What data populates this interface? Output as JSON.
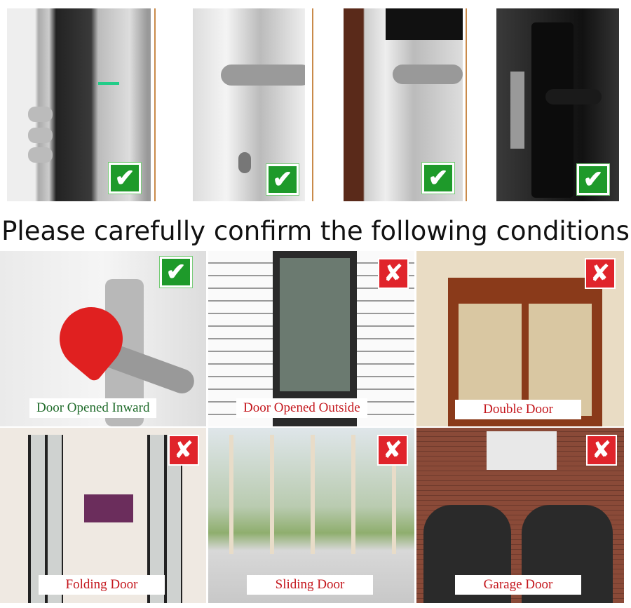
{
  "headline": "Please carefully confirm the following conditions",
  "top_row_locks": [
    {
      "name": "smart-lock-multipoint",
      "status": "check"
    },
    {
      "name": "lever-handle-lock",
      "status": "check"
    },
    {
      "name": "mortise-lock",
      "status": "check"
    },
    {
      "name": "fingerprint-smart-lock",
      "status": "check"
    }
  ],
  "conditions": [
    {
      "label": "Door Opened Inward",
      "status": "check"
    },
    {
      "label": "Door Opened Outside",
      "status": "cross"
    },
    {
      "label": "Double Door",
      "status": "cross"
    },
    {
      "label": "Folding Door",
      "status": "cross"
    },
    {
      "label": "Sliding Door",
      "status": "cross"
    },
    {
      "label": "Garage Door",
      "status": "cross"
    }
  ],
  "icons": {
    "check": "✔",
    "cross": "✘"
  },
  "colors": {
    "check": "#1e9a2a",
    "cross": "#e0242b",
    "ok_text": "#1f6b2a",
    "bad_text": "#c4161c"
  }
}
